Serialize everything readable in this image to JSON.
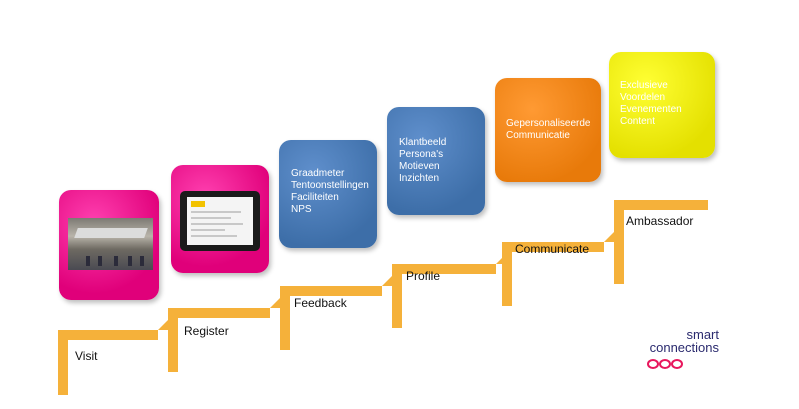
{
  "steps": [
    {
      "label": "Visit"
    },
    {
      "label": "Register"
    },
    {
      "label": "Feedback"
    },
    {
      "label": "Profile"
    },
    {
      "label": "Communicate"
    },
    {
      "label": "Ambassador"
    }
  ],
  "boxes": [
    {
      "kind": "photo",
      "color": "pink",
      "text": ""
    },
    {
      "kind": "tablet",
      "color": "pink",
      "text": ""
    },
    {
      "kind": "text",
      "color": "blue",
      "text": "Graadmeter\nTentoonstellingen\nFaciliteiten\nNPS"
    },
    {
      "kind": "text",
      "color": "blue",
      "text": "Klantbeeld\nPersona's\nMotieven\nInzichten"
    },
    {
      "kind": "text",
      "color": "orange",
      "text": "Gepersonaliseerde\nCommunicatie"
    },
    {
      "kind": "text",
      "color": "yellow",
      "text": "Exclusieve\nVoordelen\nEvenementen\nContent"
    }
  ],
  "logo": {
    "line1": "smart",
    "line2": "connections"
  },
  "colors": {
    "stair": "#f5b13a",
    "pink": "#e8008a",
    "blue": "#4a7bb7",
    "orange": "#f28c1c",
    "yellow": "#f0ee0c",
    "logo_text": "#2a2a6e",
    "logo_mark": "#e8175d"
  }
}
